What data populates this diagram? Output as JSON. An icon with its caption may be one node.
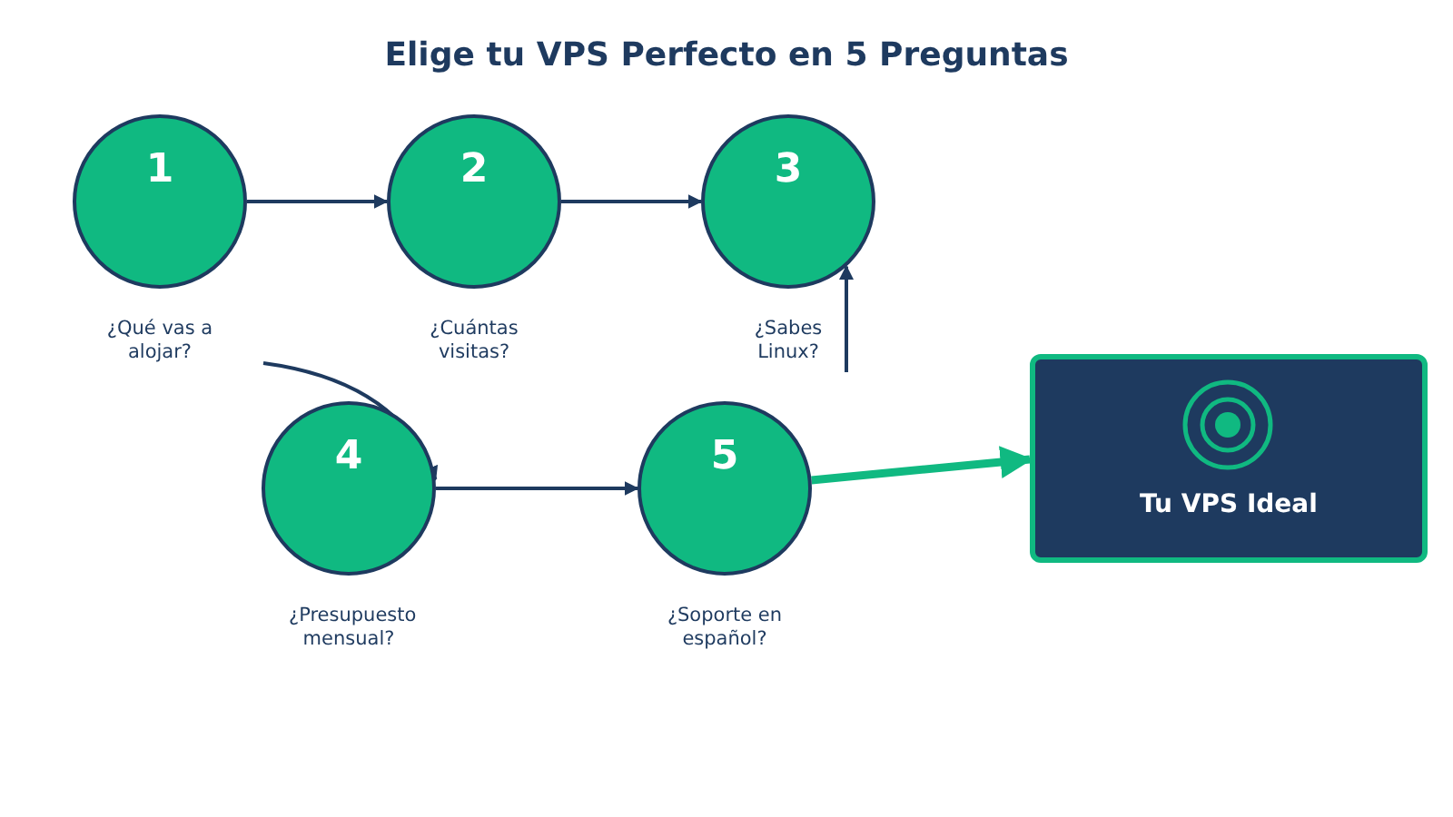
{
  "diagram": {
    "title": "Elige tu VPS Perfecto en 5 Preguntas",
    "nodes": [
      {
        "text": [
          "1"
        ],
        "beside": [
          "¿Qué vas a alojar?"
        ]
      },
      {
        "text": [
          "2"
        ],
        "beside": [
          "¿Cuántas visitas?"
        ]
      },
      {
        "text": [
          "3"
        ],
        "beside": [
          "¿Sabes Linux?"
        ]
      },
      {
        "text": [
          "4"
        ],
        "beside": [
          "¿Presupuesto mensual?"
        ]
      },
      {
        "text": [
          "5"
        ],
        "beside": [
          "¿Soporte en español?"
        ]
      },
      {
        "text": [
          "Tu VPS Ideal"
        ]
      }
    ],
    "edges": [
      {
        "from": 0,
        "to": 1,
        "arrow": "to"
      },
      {
        "from": 1,
        "to": 2,
        "arrow": "to"
      },
      {
        "from": null,
        "to": 2,
        "arrow": "to"
      },
      {
        "from": null,
        "to": 3,
        "arrow": "to"
      },
      {
        "from": 3,
        "to": 4,
        "arrow": "to"
      },
      {
        "from": 4,
        "to": 5,
        "arrow": "to",
        "style": "thick",
        "color": "#10b981"
      }
    ]
  }
}
